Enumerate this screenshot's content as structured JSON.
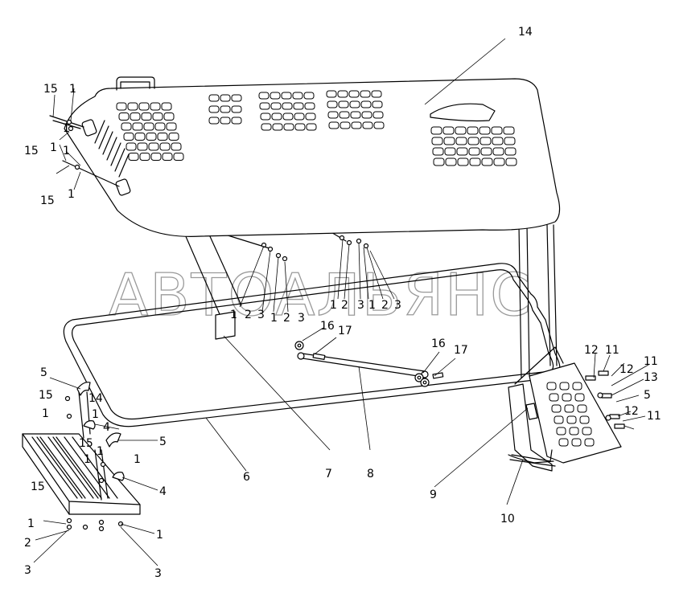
{
  "watermark": "АВТОАЛЬЯНС",
  "parts": {
    "p1": "1",
    "p2": "2",
    "p3": "3",
    "p4": "4",
    "p5": "5",
    "p6": "6",
    "p7": "7",
    "p8": "8",
    "p9": "9",
    "p10": "10",
    "p11": "11",
    "p12": "12",
    "p13": "13",
    "p14": "14",
    "p15": "15",
    "p16": "16",
    "p17": "17"
  }
}
